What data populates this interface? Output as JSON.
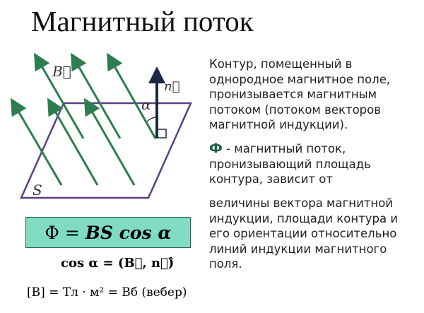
{
  "title": "Магнитный поток",
  "diagram": {
    "b_label": "B⃗",
    "n_label": "n⃗",
    "alpha_label": "α",
    "s_label": "S"
  },
  "formula": {
    "main_left": "Φ = ",
    "main_right": "BS cos α",
    "cos_def": "cos α = (B⃗, n⃗)̂",
    "units": "[B] = Тл · м² = Вб  (вебер)"
  },
  "text": {
    "p1": "Контур, помещенный в однородное магнитное поле, пронизывается магнитным потоком (потоком векторов магнитной индукции).",
    "phi_symbol": "Ф",
    "p2": " - магнитный поток, пронизывающий площадь контура, зависит от",
    "p3": "величины вектора магнитной индукции, площади контура и его ориентации относительно линий индукции магнитного поля."
  },
  "colors": {
    "field_lines": "#2e7d4f",
    "contour": "#5b3f86",
    "normal": "#1b2a44",
    "formula_box": "#7fdcc3"
  }
}
